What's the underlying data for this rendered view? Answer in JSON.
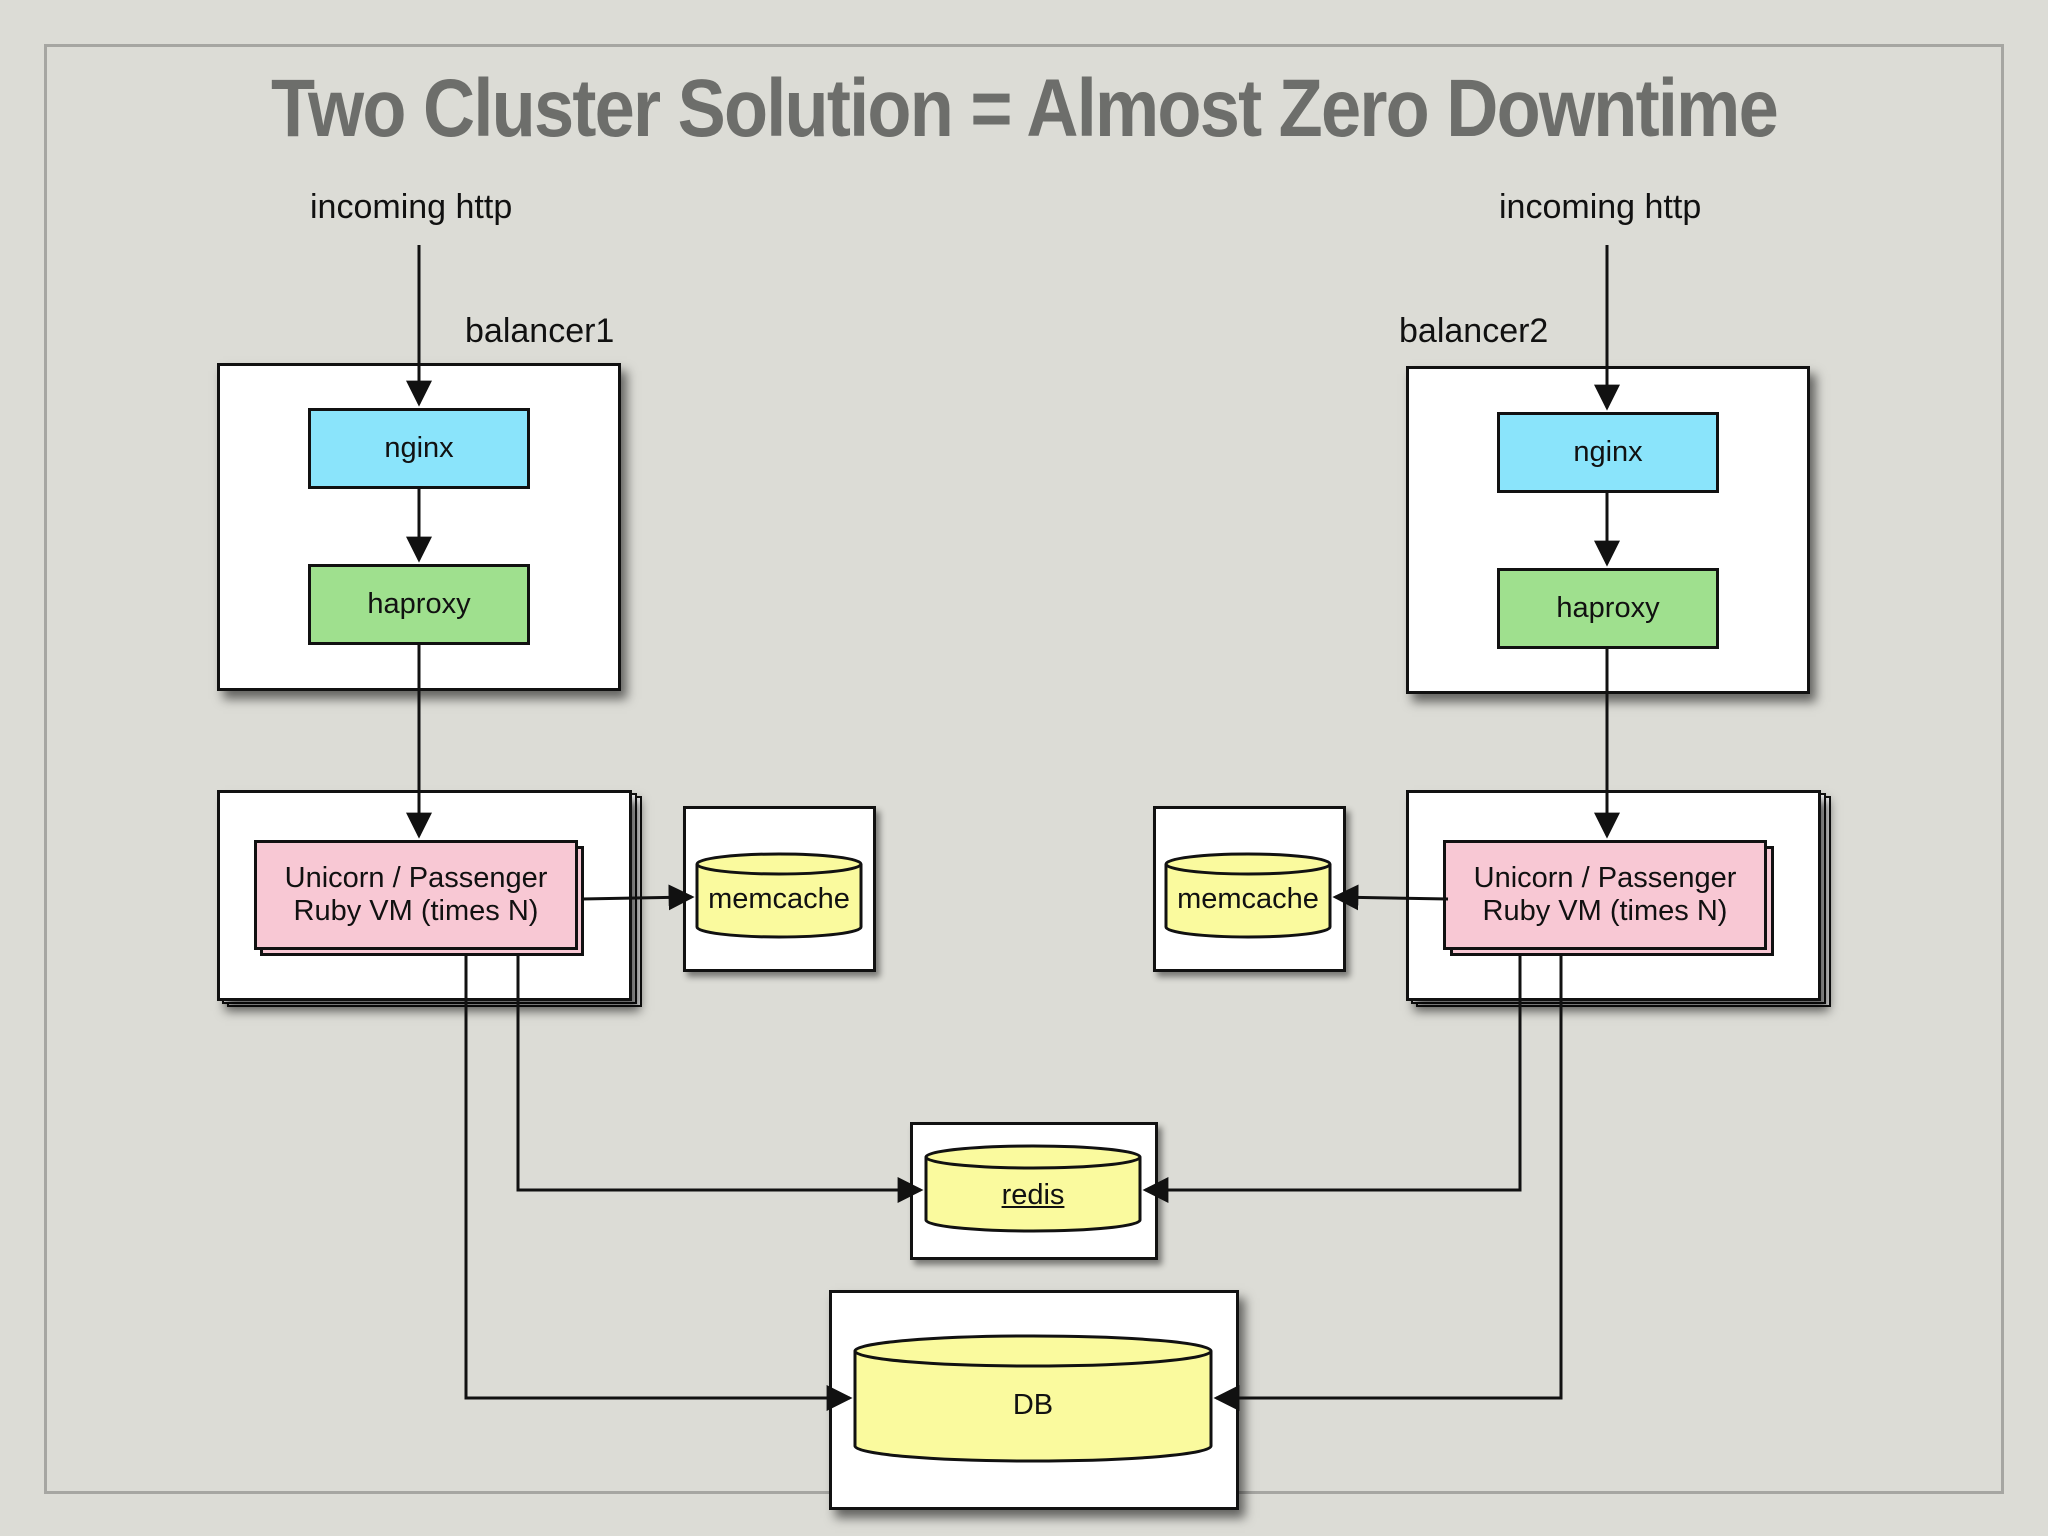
{
  "title": "Two Cluster Solution = Almost Zero Downtime",
  "left": {
    "incoming": "incoming http",
    "balancer": "balancer1",
    "nginx": "nginx",
    "haproxy": "haproxy",
    "app_line1": "Unicorn / Passenger",
    "app_line2": "Ruby VM (times N)",
    "memcache": "memcache"
  },
  "right": {
    "incoming": "incoming http",
    "balancer": "balancer2",
    "nginx": "nginx",
    "haproxy": "haproxy",
    "app_line1": "Unicorn / Passenger",
    "app_line2": "Ruby VM (times N)",
    "memcache": "memcache"
  },
  "shared": {
    "redis": "redis",
    "db": "DB"
  },
  "colors": {
    "background": "#dcdcd6",
    "title": "#6d6e6b",
    "nginx": "#8ae4fb",
    "haproxy": "#9fe08e",
    "app": "#f8c8d4",
    "datastore": "#fafa9e"
  }
}
